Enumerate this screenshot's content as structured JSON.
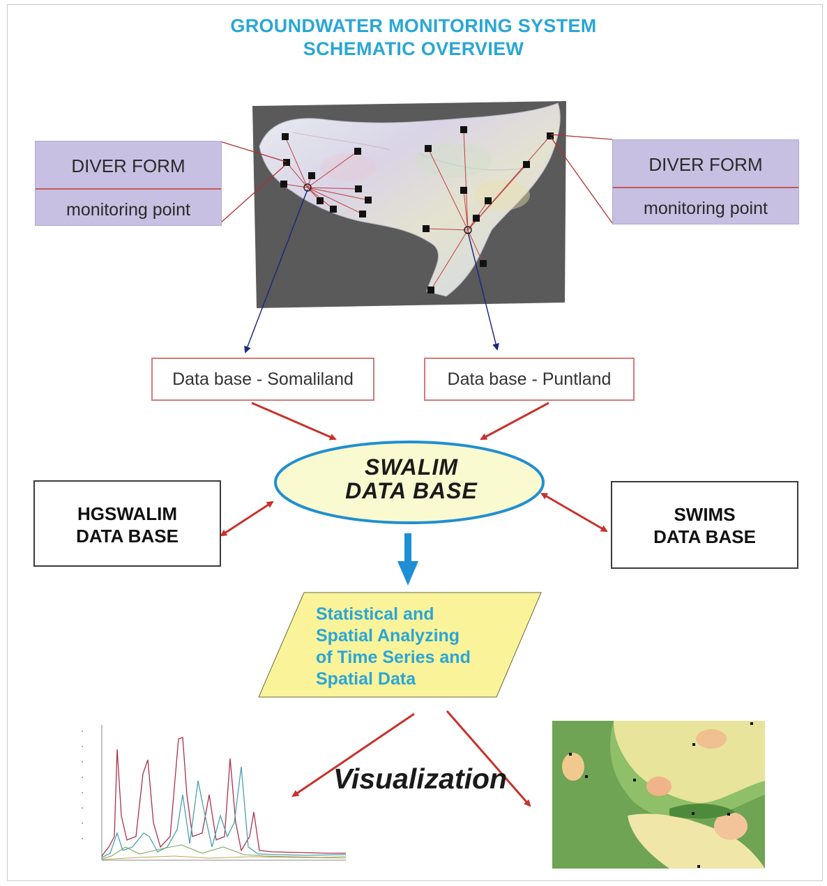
{
  "title": {
    "line1": "GROUNDWATER MONITORING SYSTEM",
    "line2": "SCHEMATIC OVERVIEW"
  },
  "diver_left": {
    "title": "DIVER FORM",
    "subtitle": "monitoring point"
  },
  "diver_right": {
    "title": "DIVER FORM",
    "subtitle": "monitoring point"
  },
  "databases": {
    "somaliland": "Data base - Somaliland",
    "puntland": "Data base - Puntland"
  },
  "swalim": {
    "line1": "SWALIM",
    "line2": "DATA BASE"
  },
  "hgswalim": {
    "line1": "HGSWALIM",
    "line2": "DATA BASE"
  },
  "swims": {
    "line1": "SWIMS",
    "line2": "DATA BASE"
  },
  "analysis": {
    "line1": "Statistical and",
    "line2": "Spatial Analyzing",
    "line3": "of Time Series and",
    "line4": "Spatial Data"
  },
  "visualization": "Visualization",
  "colors": {
    "title_blue": "#2aa6d6",
    "arrow_red": "#c8312b",
    "arrow_blue": "#1e8fd6",
    "diver_fill": "#c7c0e2",
    "ellipse_fill": "#fafad0",
    "ellipse_stroke": "#1f8fd0",
    "parallelogram_fill": "#faf39a"
  }
}
